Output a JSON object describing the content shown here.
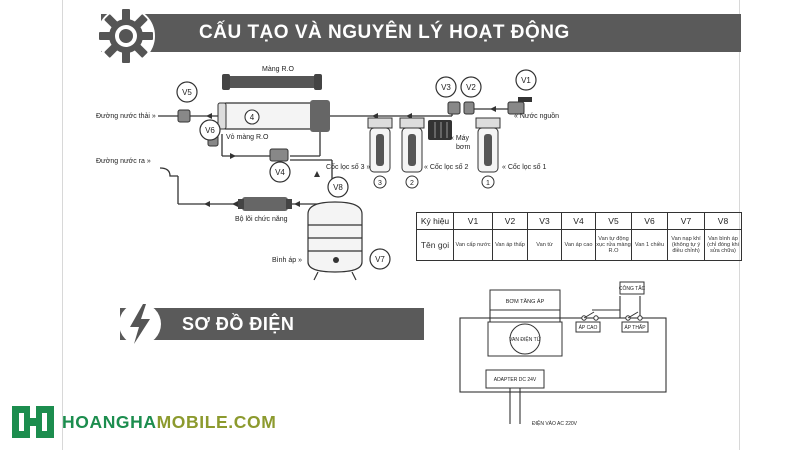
{
  "header": {
    "title": "CẤU TẠO VÀ NGUYÊN LÝ HOẠT ĐỘNG"
  },
  "section2": {
    "title": "SƠ ĐỒ ĐIỆN"
  },
  "diagram": {
    "membrane_top_label": "Màng R.O",
    "membrane_housing_label": "Vỏ màng R.O",
    "waste_outlet_label": "Đường nước thải »",
    "water_out_label": "Đường nước ra »",
    "source_label": "« Nước nguồn",
    "pump_label_1": "« Máy",
    "pump_label_2": "bơm",
    "cup1_label": "« Cốc lọc số 1",
    "cup2_label": "« Cốc lọc số 2",
    "cup3_label": "Cốc lọc số 3 »",
    "function_core_label": "Bộ lõi chức năng",
    "tank_label": "Bình áp »",
    "num_4": "4",
    "num_3": "3",
    "num_2": "2",
    "num_1": "1",
    "valves": {
      "v1": "V1",
      "v2": "V2",
      "v3": "V3",
      "v4": "V4",
      "v5": "V5",
      "v6": "V6",
      "v7": "V7",
      "v8": "V8"
    }
  },
  "legend": {
    "header": [
      "Ký hiệu",
      "V1",
      "V2",
      "V3",
      "V4",
      "V5",
      "V6",
      "V7",
      "V8"
    ],
    "row": [
      "Tên gọi",
      "Van cấp nước",
      "Van áp thấp",
      "Van từ",
      "Van áp cao",
      "Van tự động xục rửa màng R.O",
      "Van 1 chiều",
      "Van nạp khí (không tự ý điều chỉnh)",
      "Van bình áp (chỉ đóng khi sửa chữa)"
    ]
  },
  "electrical": {
    "booster_pump": "BƠM TĂNG ÁP",
    "solenoid_valve": "VAN ĐIỆN TỪ",
    "high_pressure": "ÁP CAO",
    "low_pressure": "ÁP THẤP",
    "switch": "CÔNG TẮC",
    "adapter": "ADAPTER DC 24V",
    "ac_input": "ĐIỆN VÀO AC 220V"
  },
  "brand": {
    "name_part1": "HOANGHA",
    "name_part2": "MOBILE.COM",
    "color_primary": "#1c8d4e",
    "color_accent": "#8c9a2e"
  }
}
